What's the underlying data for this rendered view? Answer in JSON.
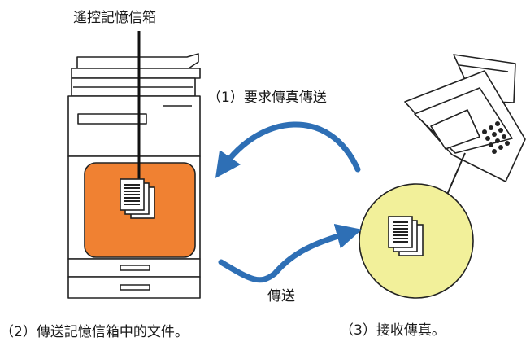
{
  "labels": {
    "mailbox": "遙控記憶信箱",
    "step1": "（1）要求傳真傳送",
    "send": "傳送",
    "step2": "（2）傳送記憶信箱中的文件。",
    "step3": "（3）接收傳真。"
  },
  "colors": {
    "mailbox_fill": "#f08132",
    "received_fill": "#f2f09a",
    "arrow": "#2e6fb5",
    "line": "#222222"
  },
  "icons": {
    "mfp": "multifunction-printer-icon",
    "fax": "fax-machine-icon",
    "docs": "document-stack-icon"
  }
}
